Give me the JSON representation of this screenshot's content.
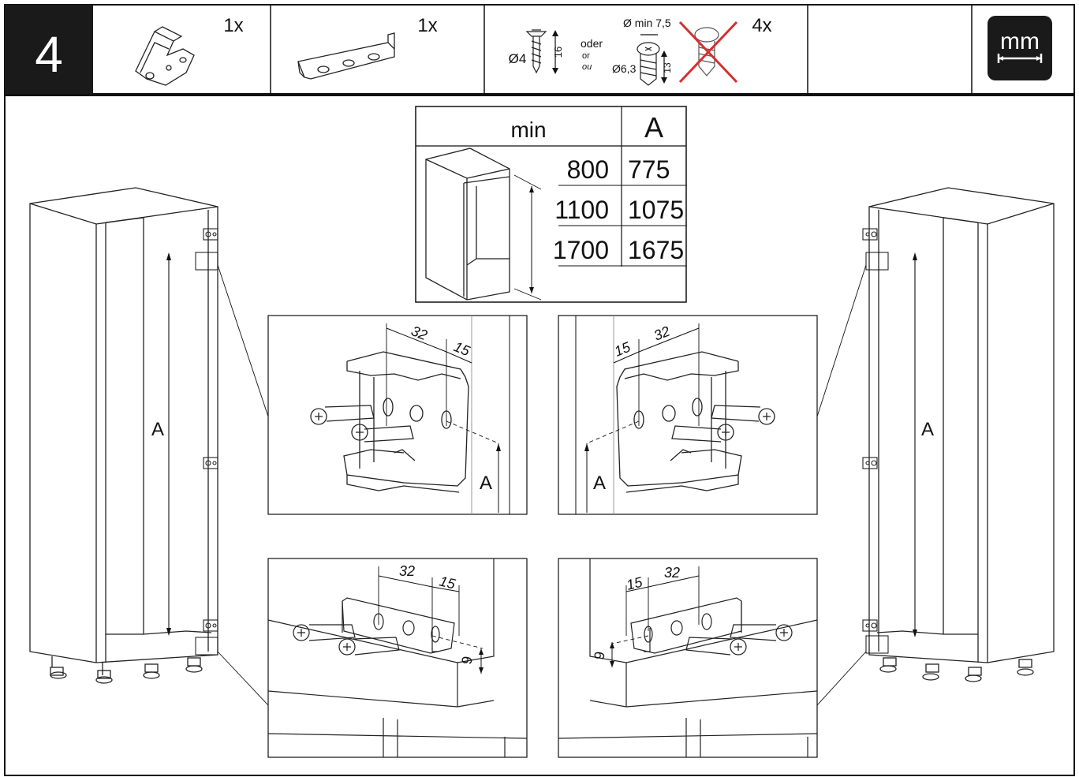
{
  "step": {
    "number": "4"
  },
  "parts": {
    "hinge_clip_qty": "1x",
    "mount_plate_qty": "1x",
    "screw_qty": "4x",
    "screw_diameter": "Ø4",
    "screw_length": "16",
    "oder_label": "oder",
    "or_label": "or",
    "ou_label": "ou",
    "alt_min_diameter": "Ø min 7,5",
    "alt_diameter": "Ø6,3",
    "alt_length": "13",
    "unit_badge": "mm"
  },
  "size_table": {
    "header_min": "min",
    "header_a": "A",
    "rows": [
      {
        "min": "800",
        "a": "775"
      },
      {
        "min": "1100",
        "a": "1075"
      },
      {
        "min": "1700",
        "a": "1675"
      }
    ]
  },
  "dims": {
    "a_label": "A",
    "spacing_32": "32",
    "spacing_15": "15",
    "offset_9": "9"
  },
  "colors": {
    "line": "#111111",
    "badge_bg": "#1a1a1a",
    "badge_fg": "#ffffff",
    "cross": "#d62f2f",
    "light_line": "#9a9a9a"
  }
}
